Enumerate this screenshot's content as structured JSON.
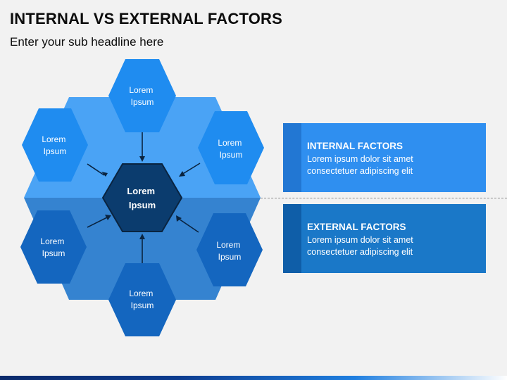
{
  "header": {
    "title": "INTERNAL VS EXTERNAL FACTORS",
    "subtitle": "Enter your sub headline here"
  },
  "diagram": {
    "center": {
      "line1": "Lorem",
      "line2": "Ipsum"
    },
    "hexagons": [
      {
        "id": "top",
        "line1": "Lorem",
        "line2": "Ipsum"
      },
      {
        "id": "upper-left",
        "line1": "Lorem",
        "line2": "Ipsum"
      },
      {
        "id": "upper-right",
        "line1": "Lorem",
        "line2": "Ipsum"
      },
      {
        "id": "lower-left",
        "line1": "Lorem",
        "line2": "Ipsum"
      },
      {
        "id": "lower-right",
        "line1": "Lorem",
        "line2": "Ipsum"
      },
      {
        "id": "bottom",
        "line1": "Lorem",
        "line2": "Ipsum"
      }
    ]
  },
  "factors": {
    "internal": {
      "heading": "INTERNAL FACTORS",
      "line1": "Lorem ipsum dolor sit amet",
      "line2": "consectetuer adipiscing elit"
    },
    "external": {
      "heading": "EXTERNAL FACTORS",
      "line1": "Lorem ipsum dolor sit amet",
      "line2": "consectetuer adipiscing elit"
    }
  },
  "colors": {
    "upper_big_hex": "#4aa3f5",
    "lower_big_hex": "#3583d0",
    "upper_small_hex": "#1f8cf0",
    "lower_small_hex": "#1466bf",
    "center_hex": "#0b3c6e",
    "center_stroke": "#0a2440",
    "arrow": "#0a2440"
  }
}
